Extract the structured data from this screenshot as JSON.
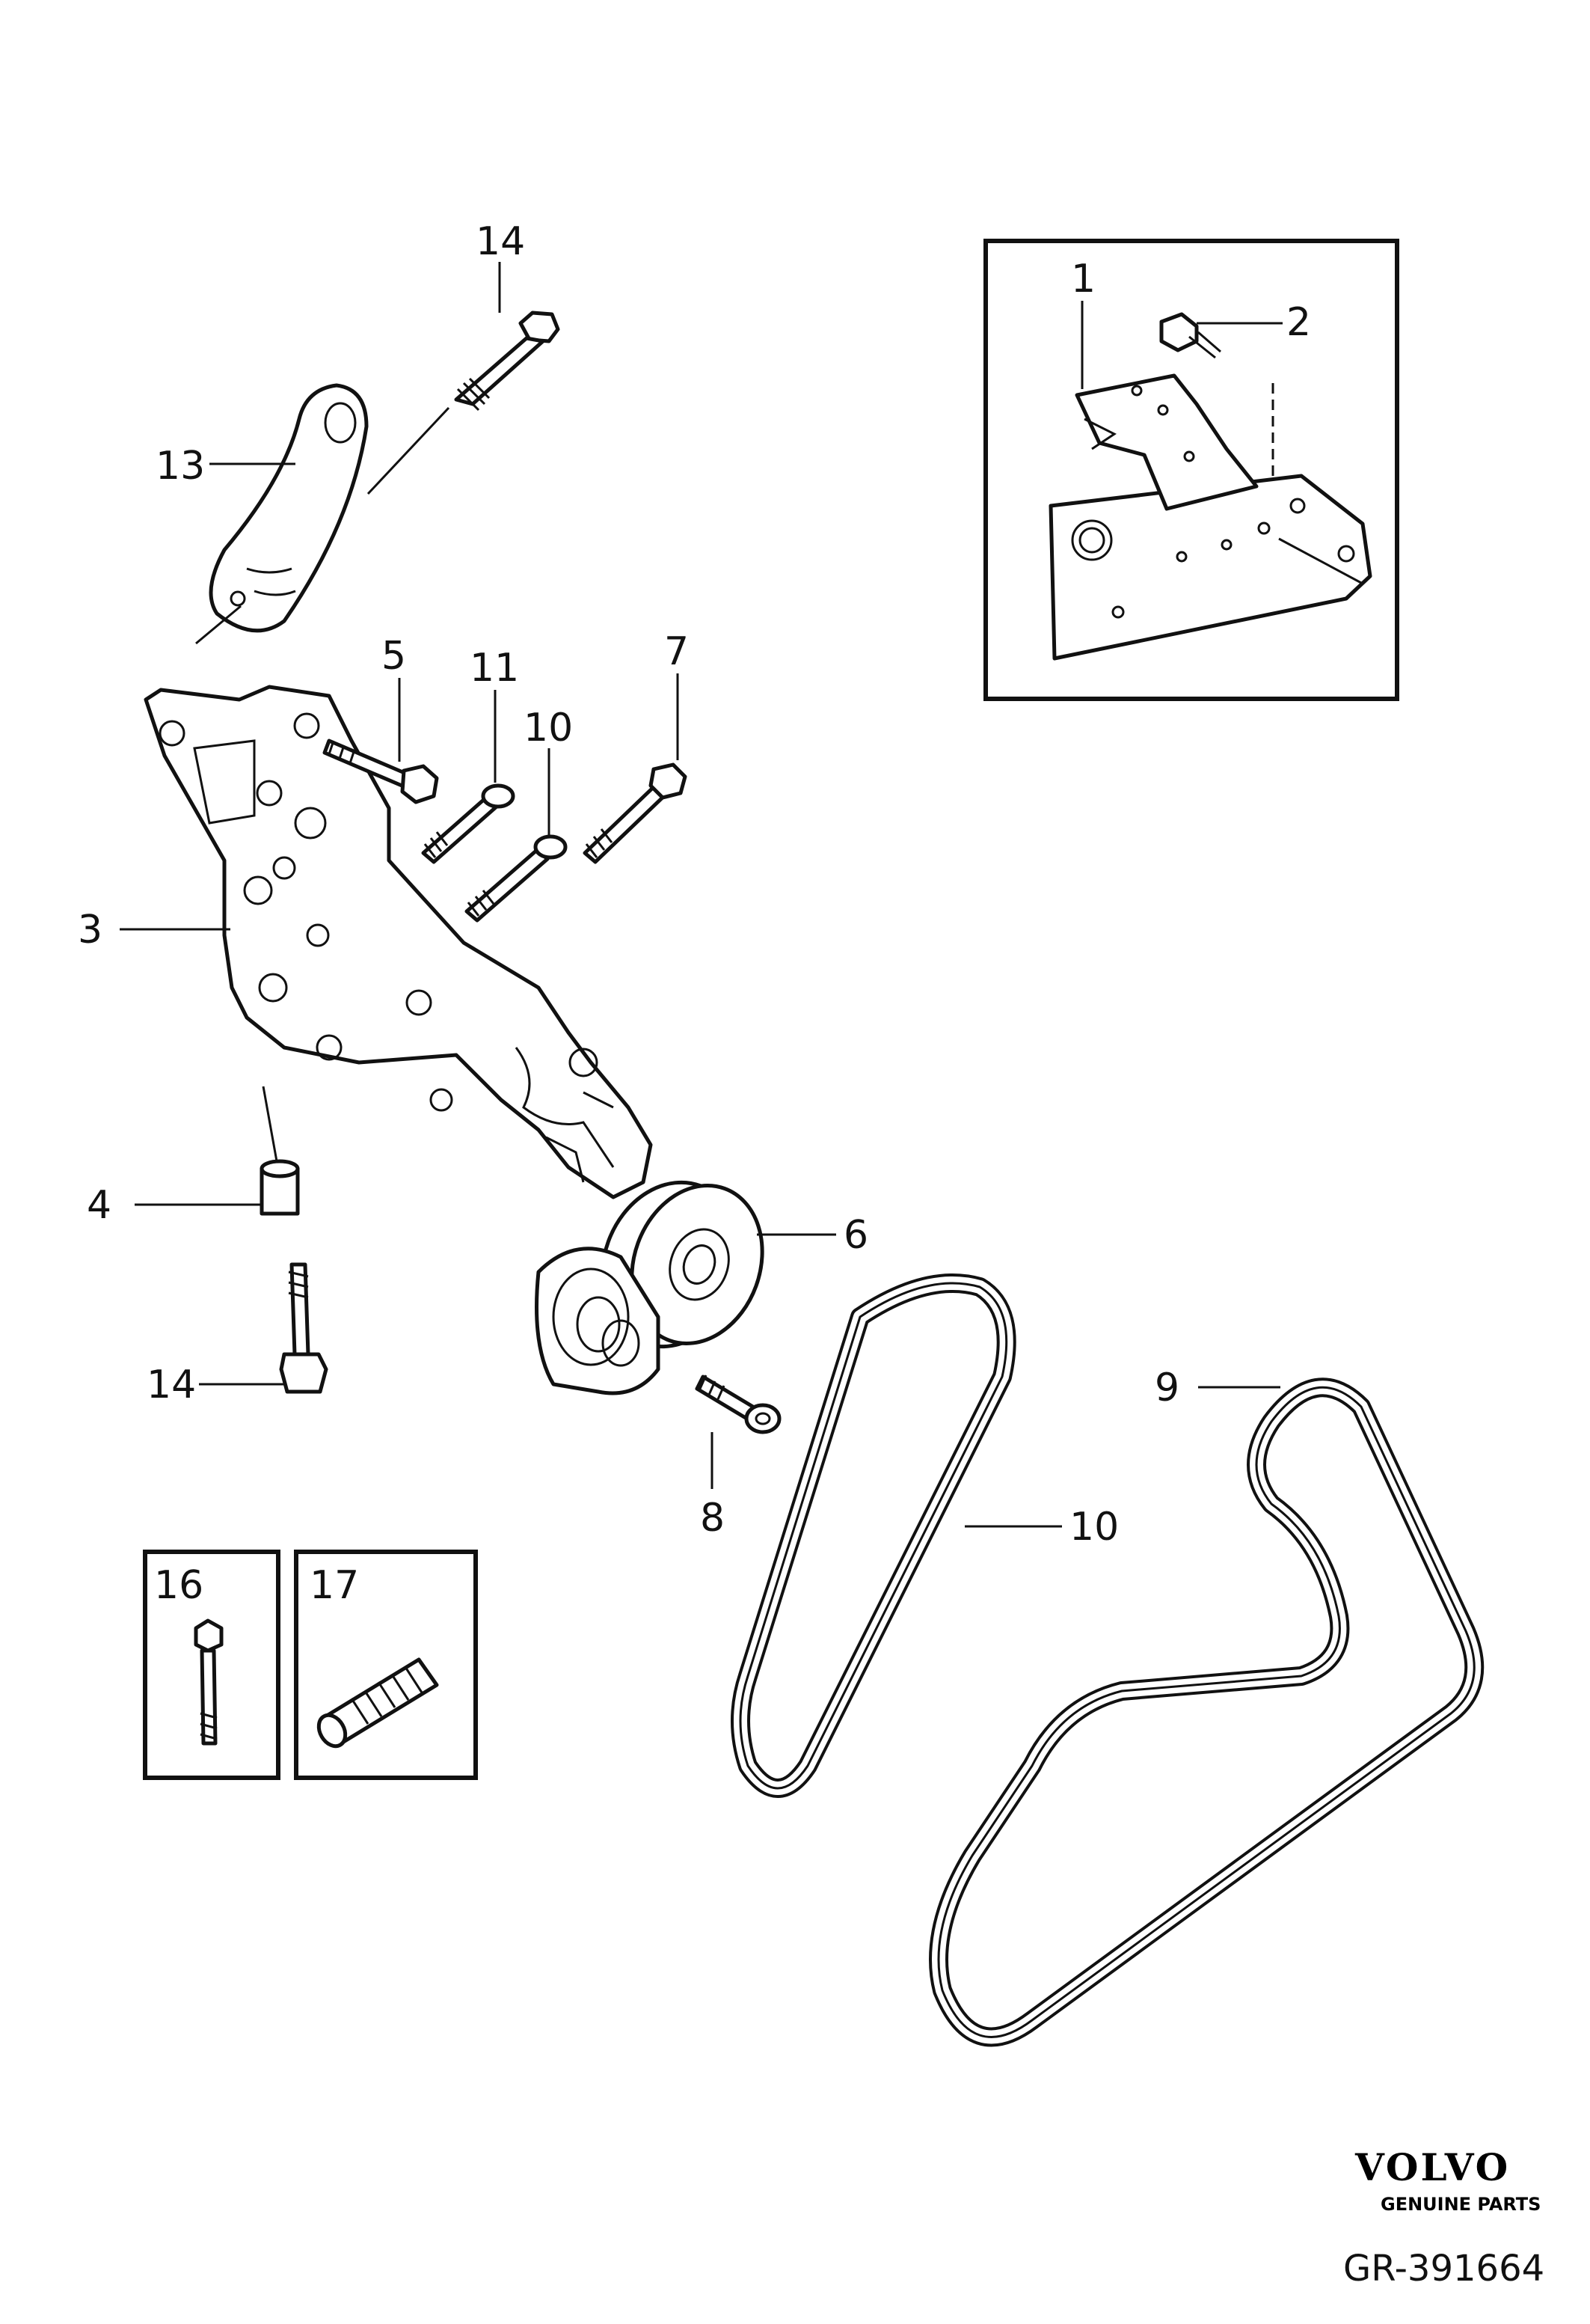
{
  "callouts": [
    "1",
    "2",
    "3",
    "4",
    "5",
    "6",
    "7",
    "8",
    "9",
    "10",
    "11",
    "13",
    "14",
    "16",
    "17"
  ],
  "labels": {
    "l1": "1",
    "l2": "2",
    "l3": "3",
    "l4": "4",
    "l5": "5",
    "l6": "6",
    "l7": "7",
    "l8": "8",
    "l9": "9",
    "l10a": "10",
    "l10b": "10",
    "l11": "11",
    "l13": "13",
    "l14a": "14",
    "l14b": "14",
    "l16": "16",
    "l17": "17"
  },
  "brand": {
    "logo": "VOLVO",
    "tagline": "GENUINE PARTS"
  },
  "figure_code": "GR-391664"
}
